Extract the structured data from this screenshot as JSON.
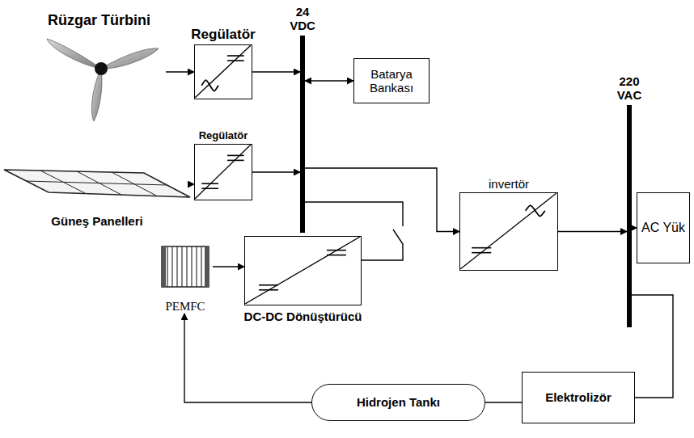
{
  "diagram": {
    "nodes": [
      {
        "text": [
          "Rüzgar Türbini"
        ]
      },
      {
        "text": [
          "Regülatör"
        ]
      },
      {
        "text": [
          "Güneş Panelleri"
        ]
      },
      {
        "text": [
          "Regülatör"
        ]
      },
      {
        "text": [
          "24 VDC"
        ]
      },
      {
        "text": [
          "Batarya Bankası"
        ]
      },
      {
        "text": [
          "invertör"
        ]
      },
      {
        "text": [
          "220 VAC"
        ]
      },
      {
        "text": [
          "AC Yük"
        ]
      },
      {
        "text": [
          "PEMFC"
        ]
      },
      {
        "text": [
          "DC-DC Dönüştürücü"
        ]
      },
      {
        "text": [
          "Hidrojen Tankı"
        ]
      },
      {
        "text": [
          "Elektrolizör"
        ]
      }
    ],
    "edges": [
      {
        "from": 0,
        "to": 1,
        "arrow": "to"
      },
      {
        "from": 2,
        "to": 3,
        "arrow": "to"
      },
      {
        "from": 1,
        "to": 4,
        "arrow": "to"
      },
      {
        "from": 3,
        "to": 4,
        "arrow": "to"
      },
      {
        "from": 4,
        "to": 5,
        "arrow": "both"
      },
      {
        "from": 4,
        "to": 6,
        "arrow": "to"
      },
      {
        "from": 6,
        "to": 7,
        "arrow": "to"
      },
      {
        "from": 7,
        "to": 8,
        "arrow": "to"
      },
      {
        "from": 9,
        "to": 10,
        "arrow": "to"
      },
      {
        "from": 10,
        "to": 4,
        "arrow": "none"
      },
      {
        "from": 7,
        "to": 12,
        "arrow": "none"
      },
      {
        "from": 12,
        "to": 11,
        "arrow": "none"
      },
      {
        "from": 11,
        "to": 9,
        "arrow": "to"
      }
    ]
  }
}
